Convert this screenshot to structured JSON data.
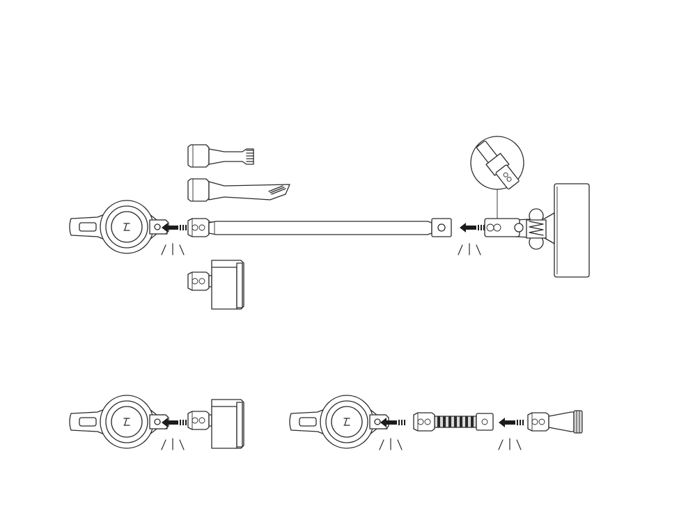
{
  "figure": {
    "accent_colors": {
      "line": "#2a2a2a",
      "fill": "#ffffff",
      "shade": "#d9d9d9",
      "arrow": "#1c1c1c"
    },
    "icons": [
      "arrow-left-icon",
      "click-sound-icon"
    ],
    "panels": [
      {
        "id": "top",
        "parts": [
          "handheld-unit",
          "extension-tube",
          "floor-brush",
          "dusting-brush",
          "crevice-tool",
          "mini-motorized-brush",
          "magnified-detail-inset"
        ]
      },
      {
        "id": "bottom-left",
        "parts": [
          "handheld-unit",
          "mini-motorized-brush"
        ]
      },
      {
        "id": "bottom-right",
        "parts": [
          "handheld-unit",
          "flexible-hose",
          "soft-dusting-brush"
        ]
      }
    ]
  }
}
